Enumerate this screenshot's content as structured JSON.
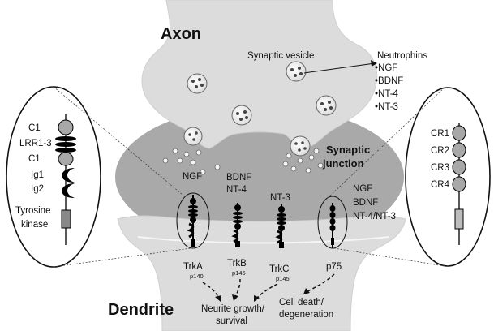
{
  "regions": {
    "axon": "Axon",
    "dendrite": "Dendrite",
    "synaptic_junction_line1": "Synaptic",
    "synaptic_junction_line2": "junction"
  },
  "vesicle_label": "Synaptic vesicle",
  "neurotrophins": {
    "heading": "Neutrophins",
    "items": [
      "•NGF",
      "•BDNF",
      "•NT-4",
      "•NT-3"
    ]
  },
  "ligands": {
    "ngf": "NGF",
    "bdnf": "BDNF",
    "nt4": "NT-4",
    "nt3": "NT-3",
    "p75_ligands": [
      "NGF",
      "BDNF",
      "NT-4/NT-3"
    ]
  },
  "receptors": [
    {
      "name": "TrkA",
      "weight": "p140"
    },
    {
      "name": "TrkB",
      "weight": "p145"
    },
    {
      "name": "TrkC",
      "weight": "p145"
    },
    {
      "name": "p75",
      "weight": ""
    }
  ],
  "outcomes": {
    "neurite_line1": "Neurite growth/",
    "neurite_line2": "survival",
    "death_line1": "Cell death/",
    "death_line2": "degeneration"
  },
  "trk_domains": [
    "C1",
    "LRR1-3",
    "C1",
    "Ig1",
    "Ig2",
    "Tyrosine",
    "kinase"
  ],
  "p75_domains": [
    "CR1",
    "CR2",
    "CR3",
    "CR4"
  ]
}
